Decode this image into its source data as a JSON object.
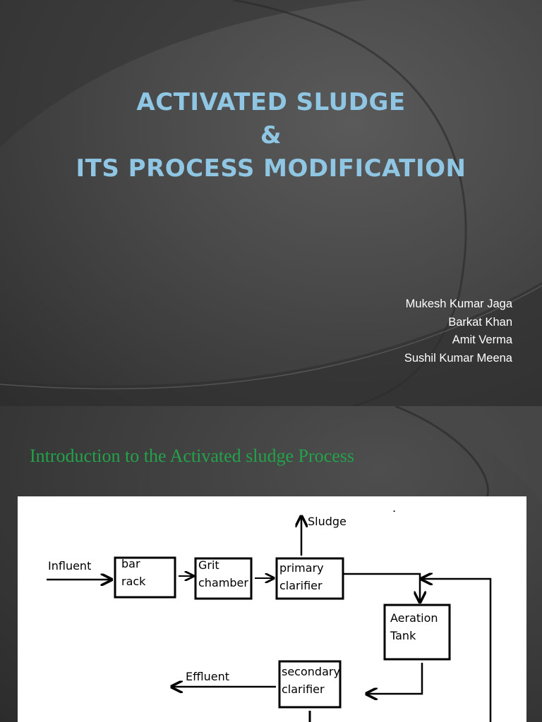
{
  "slide1": {
    "title_lines": [
      "ACTIVATED SLUDGE",
      "&",
      "ITS PROCESS MODIFICATION"
    ],
    "authors": [
      "Mukesh Kumar Jaga",
      "Barkat Khan",
      "Amit Verma",
      "Sushil Kumar Meena"
    ]
  },
  "slide2": {
    "heading": "Introduction to the Activated sludge Process",
    "diagram": {
      "influent": "Influent",
      "bar_rack": [
        "bar",
        "rack"
      ],
      "grit_chamber": [
        "Grit",
        "chamber"
      ],
      "primary_clarifier": [
        "primary",
        "clarifier"
      ],
      "sludge": "Sludge",
      "aeration_tank": [
        "Aeration",
        "Tank"
      ],
      "secondary_clarifier": [
        "secondary",
        "clarifier"
      ],
      "effluent": "Effluent",
      "dot": "."
    }
  },
  "colors": {
    "title": "#8fc6e3",
    "heading": "#22a34a"
  }
}
